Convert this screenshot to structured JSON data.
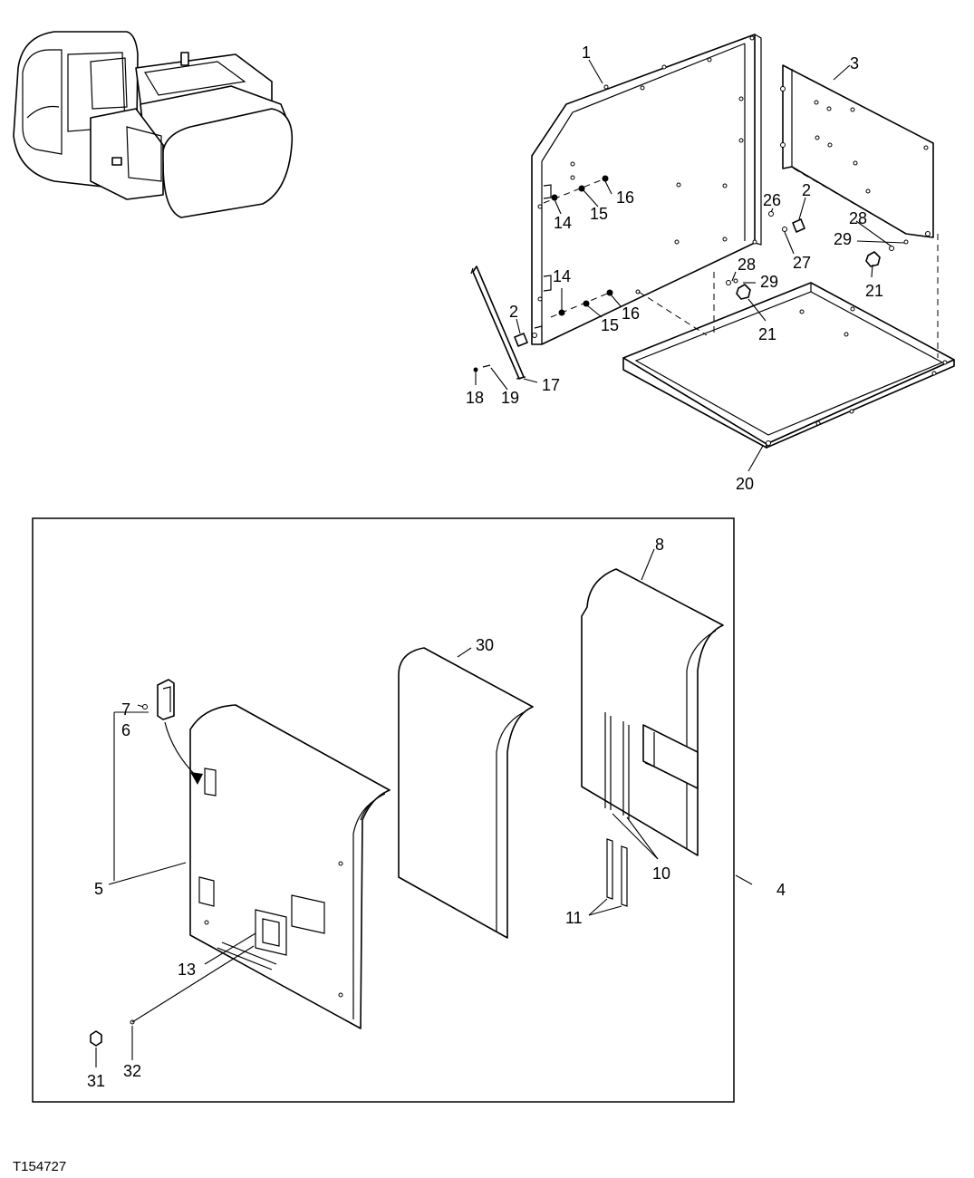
{
  "figure_id": "T154727",
  "callouts": {
    "c1": "1",
    "c2a": "2",
    "c2b": "2",
    "c3": "3",
    "c4": "4",
    "c5": "5",
    "c6": "6",
    "c7": "7",
    "c8": "8",
    "c10": "10",
    "c11": "11",
    "c13": "13",
    "c14a": "14",
    "c14b": "14",
    "c15a": "15",
    "c15b": "15",
    "c16a": "16",
    "c16b": "16",
    "c17": "17",
    "c18": "18",
    "c19": "19",
    "c20": "20",
    "c21a": "21",
    "c21b": "21",
    "c26": "26",
    "c27": "27",
    "c28a": "28",
    "c28b": "28",
    "c29a": "29",
    "c29b": "29",
    "c30": "30",
    "c31": "31",
    "c32": "32"
  }
}
